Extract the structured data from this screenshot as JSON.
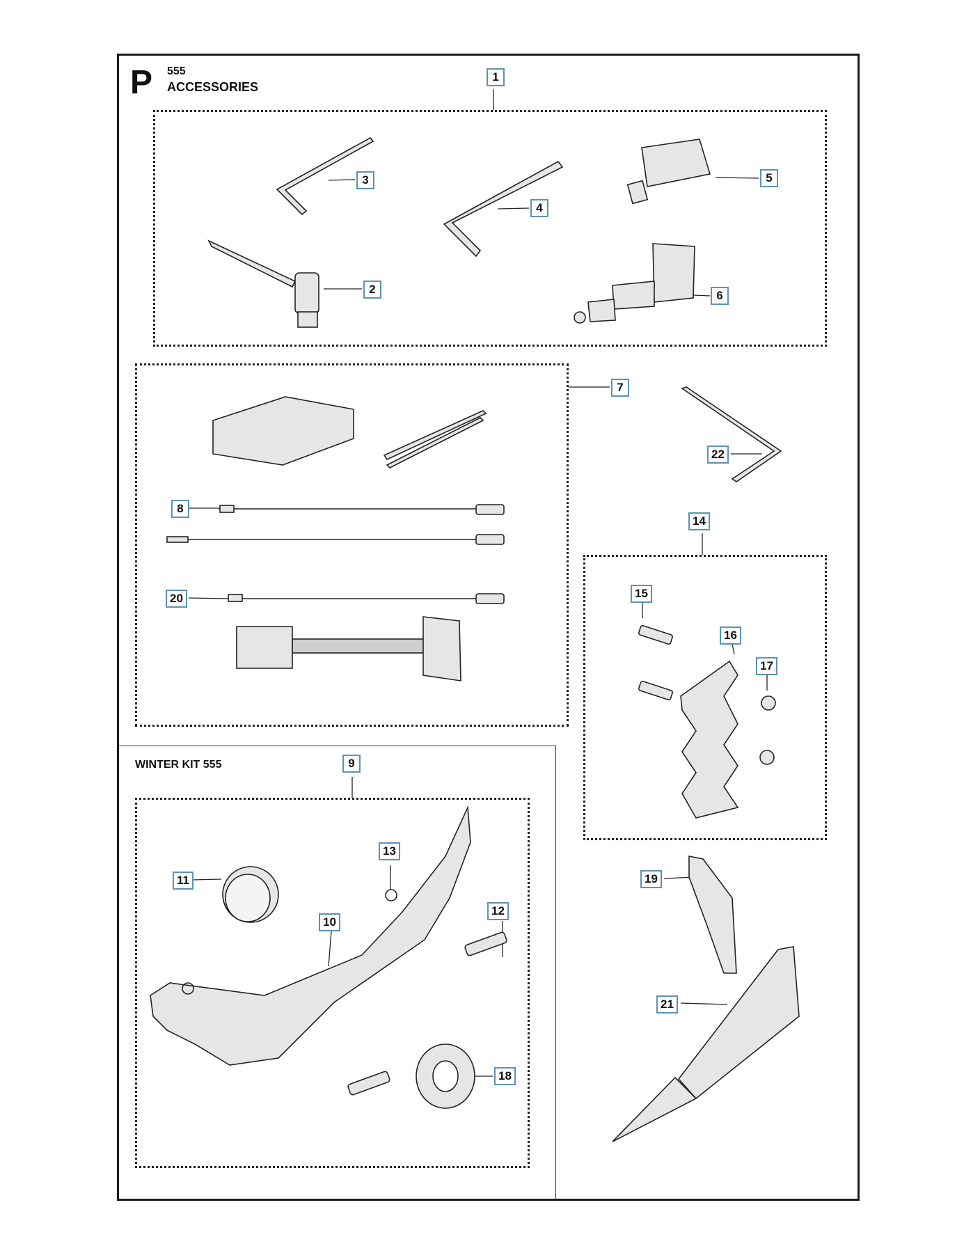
{
  "header": {
    "section_letter": "P",
    "model": "555",
    "title": "ACCESSORIES"
  },
  "winter_kit": {
    "title": "WINTER KIT 555"
  },
  "parts": {
    "p1": "1",
    "p2": "2",
    "p3": "3",
    "p4": "4",
    "p5": "5",
    "p6": "6",
    "p7": "7",
    "p8": "8",
    "p9": "9",
    "p10": "10",
    "p11": "11",
    "p12": "12",
    "p13": "13",
    "p14": "14",
    "p15": "15",
    "p16": "16",
    "p17": "17",
    "p18": "18",
    "p19": "19",
    "p20": "20",
    "p21": "21",
    "p22": "22"
  },
  "colors": {
    "callout_border": "#5b93b5",
    "line": "#222222",
    "part_fill": "#e6e6e6"
  }
}
